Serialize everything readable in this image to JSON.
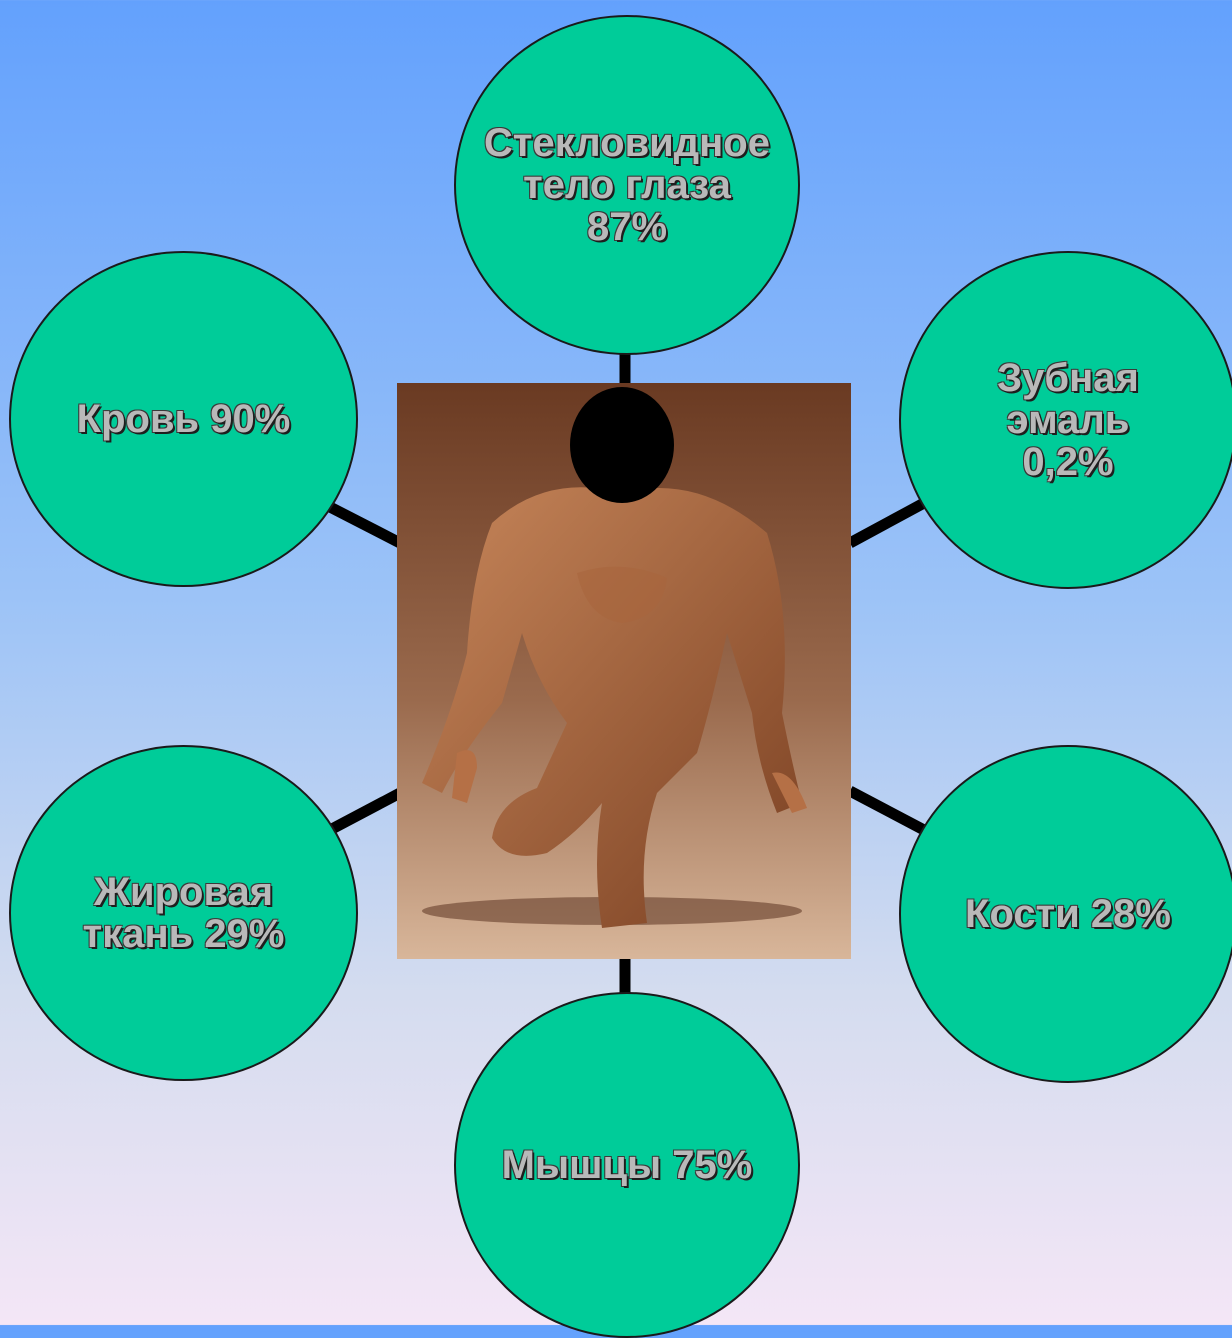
{
  "nodes": {
    "vitreous": {
      "label": "Стекловидное\nтело глаза\n87%"
    },
    "enamel": {
      "label": "Зубная\nэмаль\n 0,2%"
    },
    "bones": {
      "label": "Кости 28%"
    },
    "muscles": {
      "label": "Мышцы 75%"
    },
    "fat": {
      "label": "Жировая\nткань 29%"
    },
    "blood": {
      "label": "Кровь 90%"
    }
  },
  "colors": {
    "node_fill": "#00cc99",
    "label_text": "#b9b9b9",
    "connector": "#000000"
  },
  "center_image": {
    "icon": "kneeling-athlete-illustration"
  }
}
